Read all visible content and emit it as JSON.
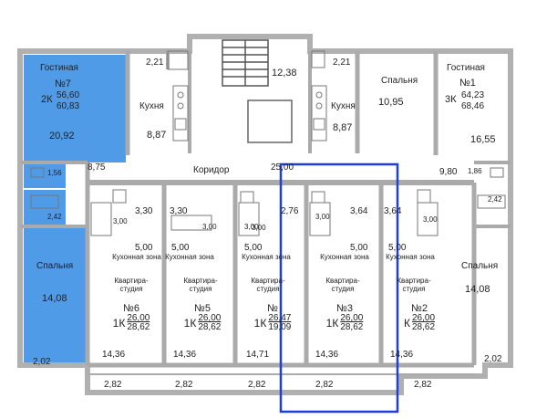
{
  "colors": {
    "highlight_fill": "#4f9be8",
    "wall": "#aaaaaa",
    "room_fill": "#ffffff",
    "selection_frame": "#1e3fd8"
  },
  "corridor": {
    "label": "Коридор",
    "area": "25,00"
  },
  "stair": {
    "area": "12,38"
  },
  "left_apartment": {
    "living_label": "Гостиная",
    "number": "№7",
    "rooms": "2К",
    "area_1": "56,60",
    "area_2": "60,83",
    "living_area": "20,92",
    "top_area": "2,21",
    "kitchen_label": "Кухня",
    "kitchen_area": "8,87",
    "hall_area": "8,75",
    "wc_area": "1,56",
    "bath_area": "2,42",
    "bedroom_label": "Спальня",
    "bedroom_area": "14,08",
    "balcony_area": "2,02"
  },
  "right_apartment": {
    "bedroom_top_label": "Спальня",
    "bedroom_top_area": "10,95",
    "kitchen_label": "Кухня",
    "kitchen_area": "8,87",
    "top_area": "2,21",
    "living_label": "Гостиная",
    "number": "№1",
    "rooms": "3К",
    "area_1": "64,23",
    "area_2": "68,46",
    "living_area": "16,55",
    "hall_area": "9,80",
    "wc_area": "1,86",
    "bath_area": "2,42",
    "bedroom_label": "Спальня",
    "bedroom_area": "14,08",
    "balcony_area": "2,02"
  },
  "studios": [
    {
      "id": "6",
      "number": "№6",
      "rooms": "1К",
      "area_1": "26,00",
      "area_2": "28,62",
      "room_area": "14,36",
      "hall_area": "3,30",
      "bath_area": "3,00",
      "kitchen_zone_area": "5,00",
      "kitchen_zone_label": "Кухонная зона",
      "type_label": "Квартира-студия",
      "balcony_area": "2,82"
    },
    {
      "id": "5",
      "number": "№5",
      "rooms": "1К",
      "area_1": "26,00",
      "area_2": "28,62",
      "room_area": "14,36",
      "hall_area": "3,30",
      "bath_area": "3,00",
      "kitchen_zone_area": "5,00",
      "kitchen_zone_label": "Кухонная зона",
      "type_label": "Квартира-студия",
      "balcony_area": "2,82"
    },
    {
      "id": "4",
      "number": "№",
      "rooms": "1К",
      "area_1": "26,47",
      "area_2": "19,09",
      "room_area": "14,71",
      "hall_area": "2,76",
      "bath_area": "3,00",
      "kitchen_zone_area": "5,00",
      "kitchen_zone_label": "Кухонная зона",
      "type_label": "Квартира-студия",
      "balcony_area": "2,82"
    },
    {
      "id": "3",
      "number": "№3",
      "rooms": "1К",
      "area_1": "26,00",
      "area_2": "28,62",
      "room_area": "14,36",
      "hall_area": "3,64",
      "bath_area": "3,00",
      "kitchen_zone_area": "5,00",
      "kitchen_zone_label": "Кухонная зона",
      "type_label": "Квартира-студия",
      "balcony_area": "2,82"
    },
    {
      "id": "2",
      "number": "№2",
      "rooms": "К",
      "area_1": "26,00",
      "area_2": "28,62",
      "room_area": "14,36",
      "hall_area": "3,64",
      "bath_area": "3,00",
      "kitchen_zone_area": "5,00",
      "kitchen_zone_label": "Кухонная зона",
      "type_label": "Квартира-студия",
      "balcony_area": "2,82"
    }
  ],
  "misc": {
    "partial_area": "3,00"
  }
}
